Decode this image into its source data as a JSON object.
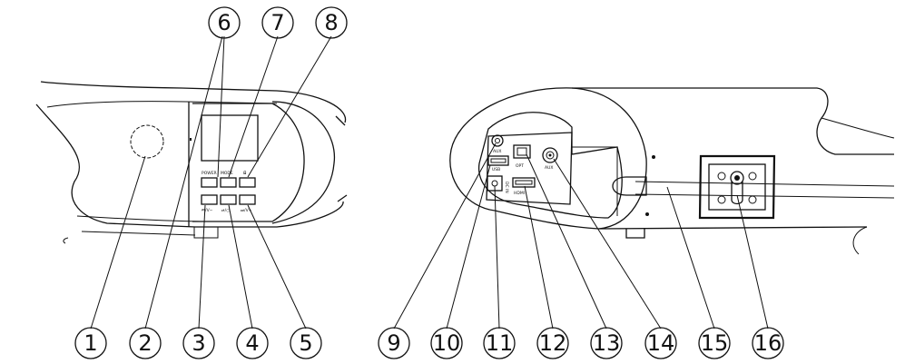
{
  "left_panel": {
    "buttons": {
      "power": "POWER",
      "mode": "MODE",
      "bt": "ᗺ",
      "prev_vol_down": "⏮/V−",
      "play_pause": "⏯/○",
      "next_vol_up": "⏭/V+"
    },
    "callouts": [
      "1",
      "2",
      "3",
      "4",
      "5",
      "6",
      "7",
      "8"
    ]
  },
  "right_panel": {
    "ports": {
      "aux_top": "AUX",
      "usb": "USB",
      "optical": "OPT",
      "hdmi": "HDMI",
      "dc": "DC IN",
      "aux": "AUX"
    },
    "callouts": [
      "9",
      "10",
      "11",
      "12",
      "13",
      "14",
      "15",
      "16"
    ]
  }
}
